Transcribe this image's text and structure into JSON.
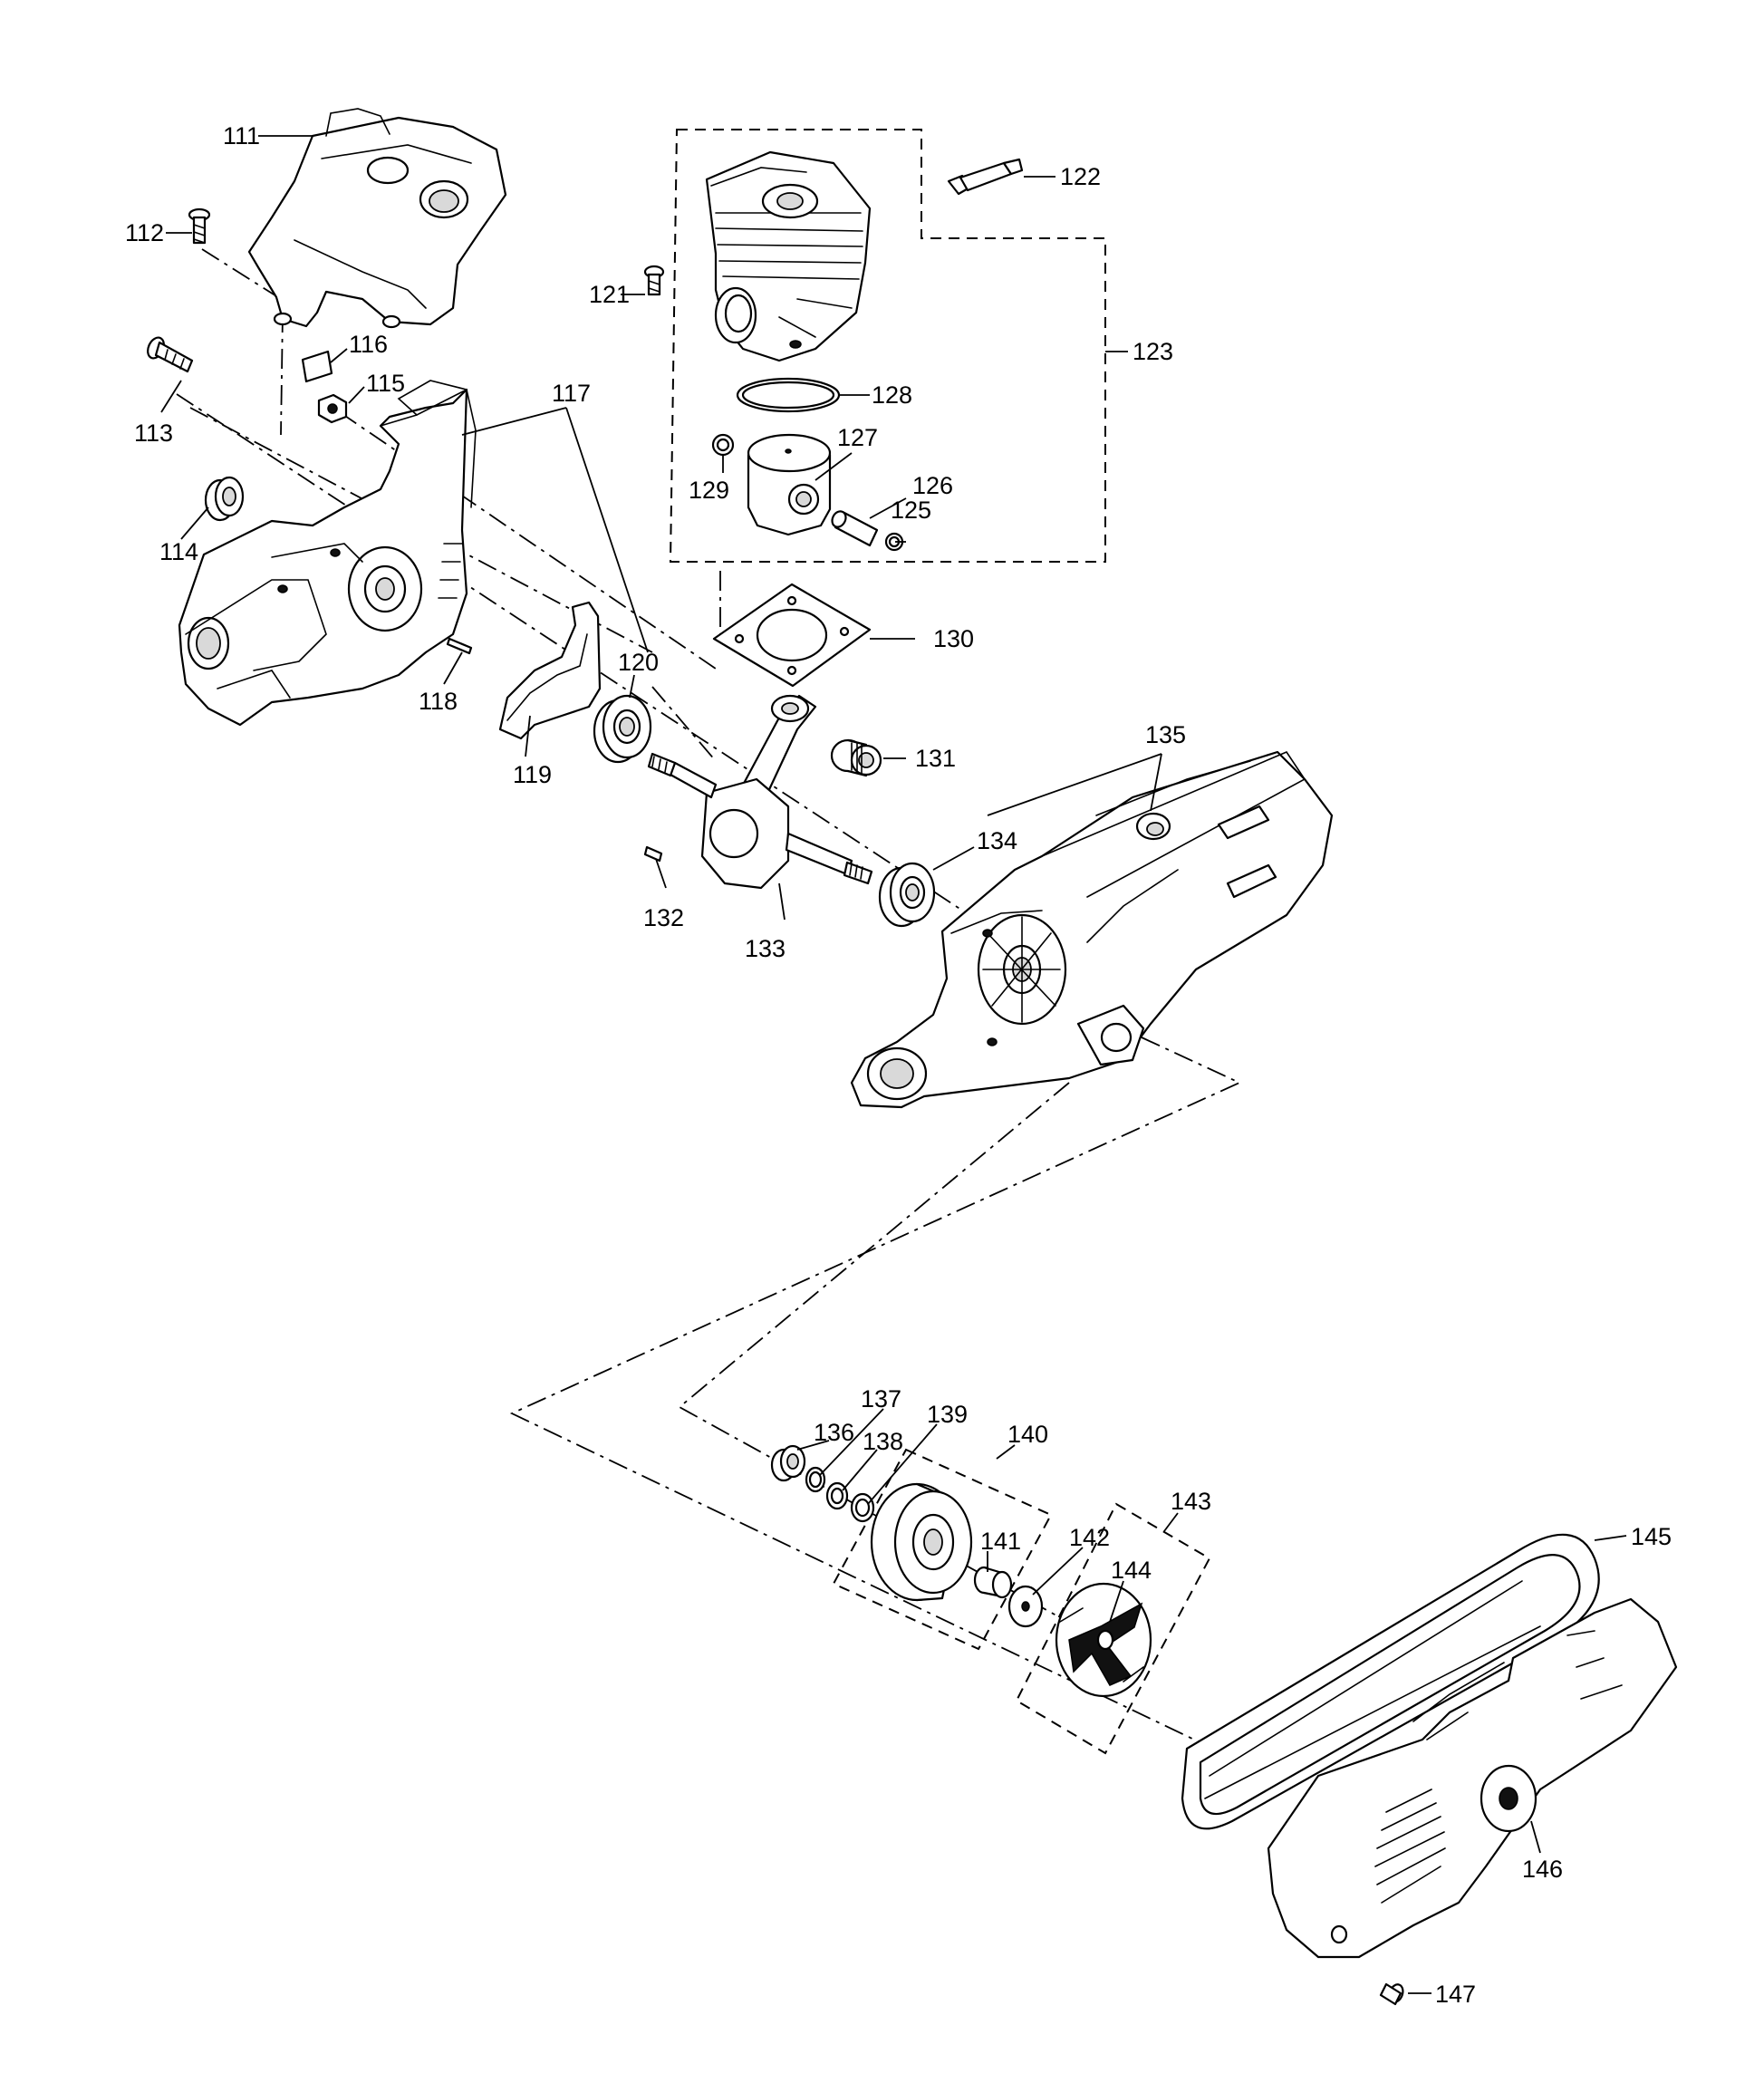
{
  "diagram": {
    "type": "exploded-parts-diagram",
    "callouts": [
      {
        "id": "111",
        "label": "111"
      },
      {
        "id": "112",
        "label": "112"
      },
      {
        "id": "113",
        "label": "113"
      },
      {
        "id": "114",
        "label": "114"
      },
      {
        "id": "115",
        "label": "115"
      },
      {
        "id": "116",
        "label": "116"
      },
      {
        "id": "117",
        "label": "117"
      },
      {
        "id": "118",
        "label": "118"
      },
      {
        "id": "119",
        "label": "119"
      },
      {
        "id": "120",
        "label": "120"
      },
      {
        "id": "121",
        "label": "121"
      },
      {
        "id": "122",
        "label": "122"
      },
      {
        "id": "123",
        "label": "123"
      },
      {
        "id": "125",
        "label": "125"
      },
      {
        "id": "126",
        "label": "126"
      },
      {
        "id": "127",
        "label": "127"
      },
      {
        "id": "128",
        "label": "128"
      },
      {
        "id": "129",
        "label": "129"
      },
      {
        "id": "130",
        "label": "130"
      },
      {
        "id": "131",
        "label": "131"
      },
      {
        "id": "132",
        "label": "132"
      },
      {
        "id": "133",
        "label": "133"
      },
      {
        "id": "134",
        "label": "134"
      },
      {
        "id": "135",
        "label": "135"
      },
      {
        "id": "136",
        "label": "136"
      },
      {
        "id": "137",
        "label": "137"
      },
      {
        "id": "138",
        "label": "138"
      },
      {
        "id": "139",
        "label": "139"
      },
      {
        "id": "140",
        "label": "140"
      },
      {
        "id": "141",
        "label": "141"
      },
      {
        "id": "142",
        "label": "142"
      },
      {
        "id": "143",
        "label": "143"
      },
      {
        "id": "144",
        "label": "144"
      },
      {
        "id": "145",
        "label": "145"
      },
      {
        "id": "146",
        "label": "146"
      },
      {
        "id": "147",
        "label": "147"
      }
    ]
  }
}
